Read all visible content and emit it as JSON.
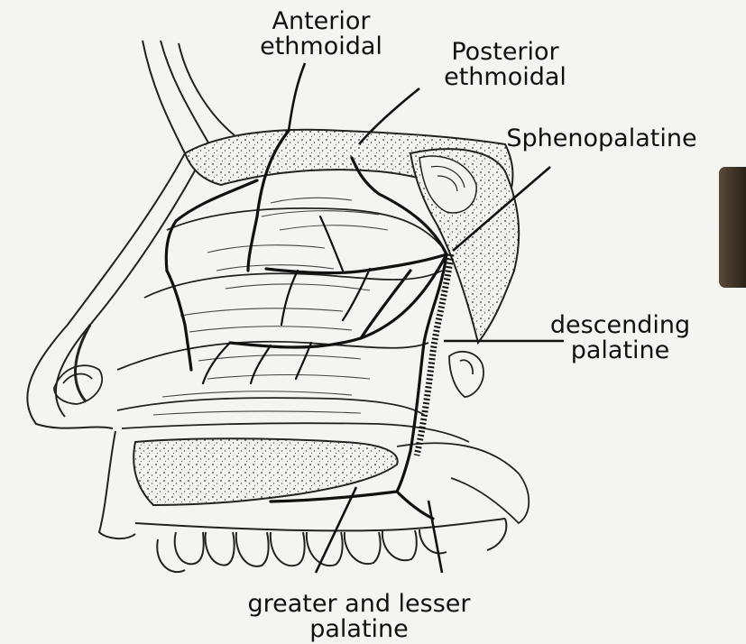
{
  "labels": {
    "anterior_ethmoidal": [
      "Anterior",
      "ethmoidal"
    ],
    "posterior_ethmoidal": [
      "Posterior",
      "ethmoidal"
    ],
    "sphenopalatine": [
      "Sphenopalatine"
    ],
    "descending_palatine": [
      "descending",
      "palatine"
    ],
    "greater_lesser_palatine": [
      "greater and lesser",
      "palatine"
    ]
  },
  "colors": {
    "background": "#f4f4f2",
    "ink": "#111111",
    "tab": "#3c3126"
  }
}
